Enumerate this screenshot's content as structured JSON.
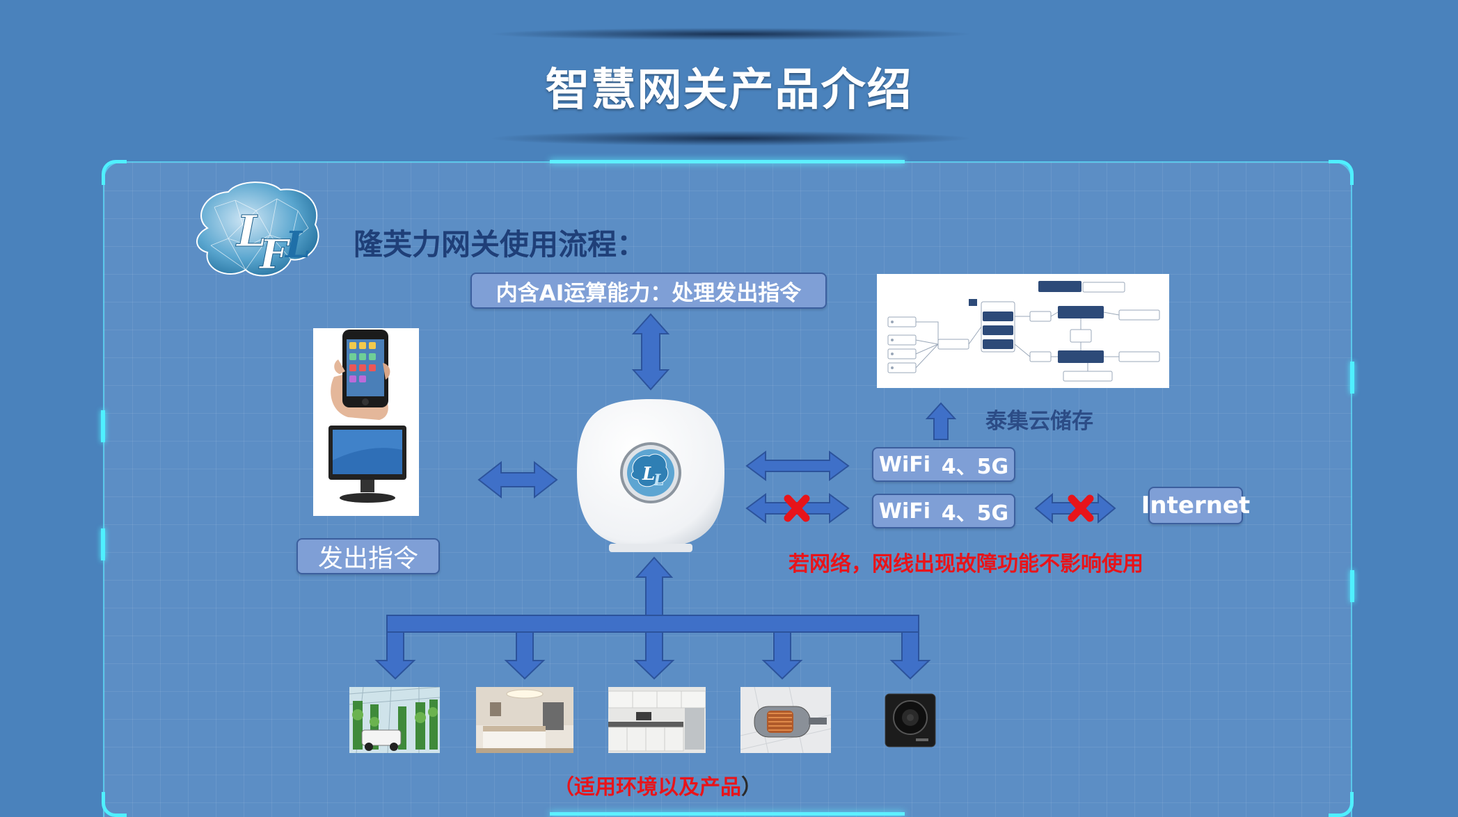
{
  "page": {
    "title": "智慧网关产品介绍"
  },
  "diagram": {
    "heading": "隆芙力网关使用流程：",
    "logo_text": "LFL",
    "ai_capability": "内含AI运算能力：处理发出指令",
    "command_label": "发出指令",
    "cloud_storage_label": "泰集云储存",
    "wifi_links": [
      {
        "label": "WiFi",
        "band": "4、5G"
      },
      {
        "label": "WiFi",
        "band": "4、5G"
      }
    ],
    "internet_label": "Internet",
    "warning": "若网络，网线出现故障功能不影响使用",
    "environments_label_open": "（适用环境以及产品",
    "environments_label_close": "）"
  },
  "colors": {
    "arrow": "#3f70c8",
    "arrow_stroke": "#2c539b",
    "warning": "#e8141a",
    "label_box": "#7f9fd6",
    "panel": "#5c8ec5",
    "background": "#4a82bc",
    "glow": "#4ff0ff"
  }
}
